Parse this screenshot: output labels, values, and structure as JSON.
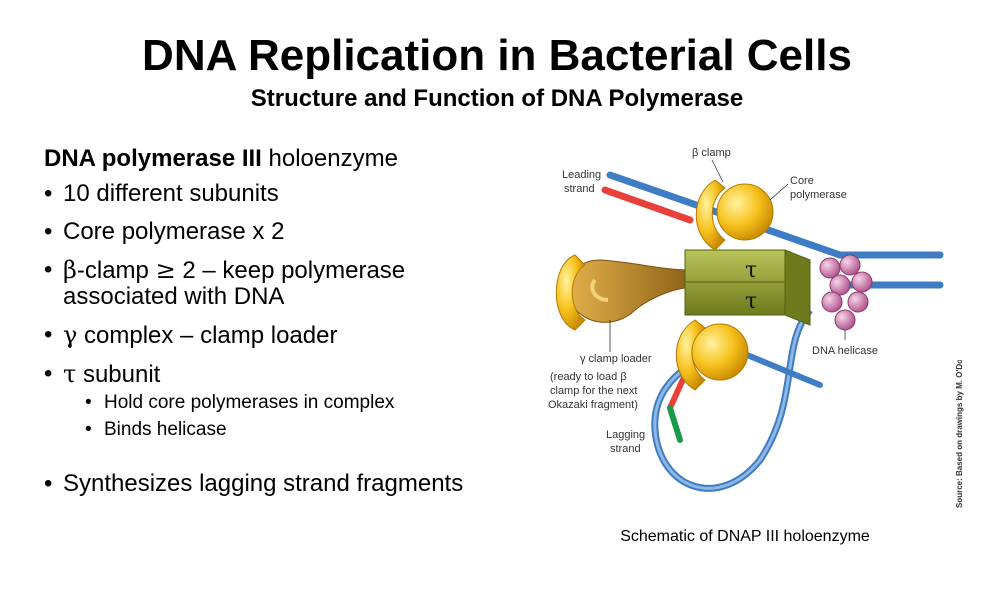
{
  "title": "DNA Replication in Bacterial Cells",
  "subtitle": "Structure and Function of DNA Polymerase",
  "heading": {
    "bold": "DNA polymerase III",
    "rest": " holoenzyme"
  },
  "bullets": {
    "b1": "10 different subunits",
    "b2": "Core polymerase x 2",
    "b3_sym": "β",
    "b3_a": "-clamp ",
    "b3_ge": "≥",
    "b3_b": " 2 – keep polymerase",
    "b3_line2": "associated with DNA",
    "b4_sym": "γ",
    "b4_text": " complex – clamp loader",
    "b5_sym": "τ",
    "b5_text": " subunit",
    "sub1": "Hold core polymerases in complex",
    "sub2": "Binds helicase",
    "b6": "Synthesizes lagging strand fragments"
  },
  "diagram": {
    "beta_clamp": "β clamp",
    "leading_1": "Leading",
    "leading_2": "strand",
    "core_1": "Core",
    "core_2": "polymerase",
    "tau": "τ",
    "gamma_loader": "γ clamp loader",
    "ready_1": "(ready to load β",
    "ready_2": "clamp for the next",
    "ready_3": "Okazaki fragment)",
    "lagging_1": "Lagging",
    "lagging_2": "strand",
    "helicase": "DNA helicase"
  },
  "caption": "Schematic of DNAP III holoenzyme",
  "source": "Source: Based on drawings by M. O'Donnell",
  "colors": {
    "dna_blue": "#3e7cc4",
    "dna_light": "#8fb8e2",
    "rna_red": "#e8403a",
    "primer_green": "#1a9a4a",
    "clamp_yellow": "#f7c21e",
    "tau_olive": "#8c9a2b",
    "loader_brown": "#b88a2c",
    "helicase_pink": "#cf7fb0"
  }
}
